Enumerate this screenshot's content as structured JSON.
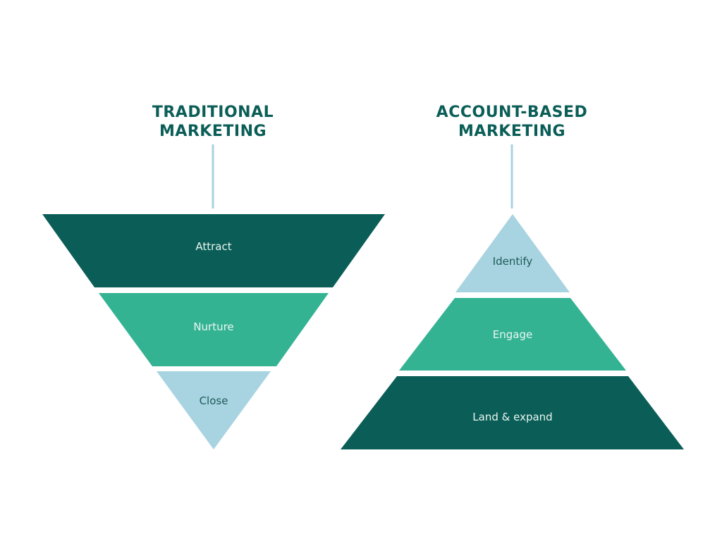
{
  "colors": {
    "dark_teal": "#0b5e57",
    "mid_green": "#34b393",
    "light_blue": "#a8d3e0",
    "title": "#0b5e57",
    "connector": "#a8d3e0",
    "label_light": "#e9f5f2",
    "label_dark": "#1d5d5a",
    "background": "#ffffff"
  },
  "left": {
    "title_line1": "TRADITIONAL",
    "title_line2": "MARKETING",
    "shape": "inverted funnel",
    "stages": [
      {
        "label": "Attract",
        "color": "#0b5e57"
      },
      {
        "label": "Nurture",
        "color": "#34b393"
      },
      {
        "label": "Close",
        "color": "#a8d3e0"
      }
    ]
  },
  "right": {
    "title_line1": "ACCOUNT-BASED",
    "title_line2": "MARKETING",
    "shape": "pyramid",
    "stages": [
      {
        "label": "Identify",
        "color": "#a8d3e0"
      },
      {
        "label": "Engage",
        "color": "#34b393"
      },
      {
        "label": "Land & expand",
        "color": "#0b5e57"
      }
    ]
  }
}
